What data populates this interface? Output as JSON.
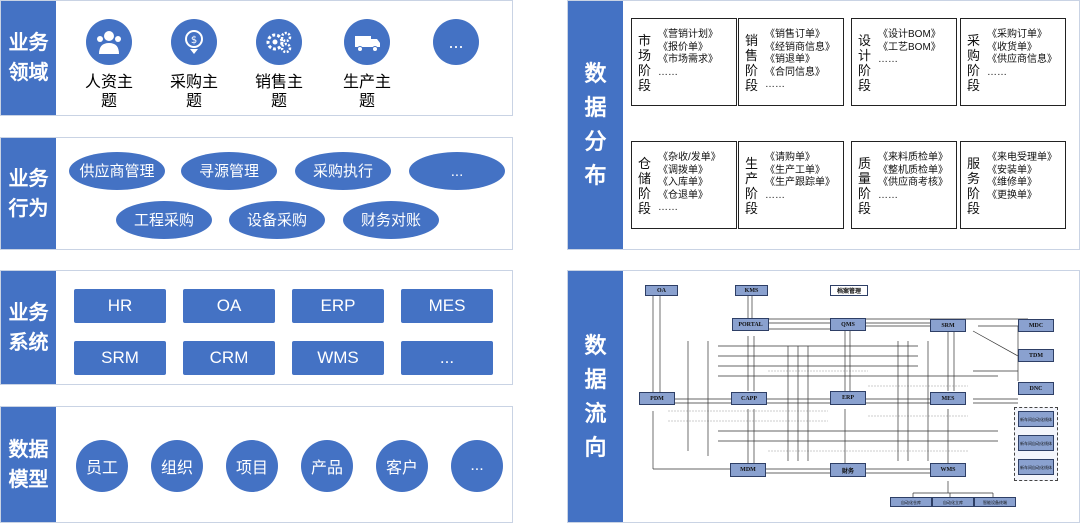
{
  "left": {
    "domain": {
      "label": "业务领域",
      "items": [
        {
          "label": "人资主题",
          "icon": "people-icon"
        },
        {
          "label": "采购主题",
          "icon": "money-download-icon"
        },
        {
          "label": "销售主题",
          "icon": "gears-icon"
        },
        {
          "label": "生产主题",
          "icon": "truck-icon"
        },
        {
          "label": "...",
          "icon": "more-icon"
        }
      ]
    },
    "behavior": {
      "label": "业务行为",
      "items": [
        "供应商管理",
        "寻源管理",
        "采购执行",
        "...",
        "工程采购",
        "设备采购",
        "财务对账"
      ]
    },
    "systems": {
      "label": "业务系统",
      "items": [
        "HR",
        "OA",
        "ERP",
        "MES",
        "SRM",
        "CRM",
        "WMS",
        "..."
      ]
    },
    "model": {
      "label": "数据模型",
      "items": [
        "员工",
        "组织",
        "项目",
        "产品",
        "客户",
        "..."
      ]
    }
  },
  "right": {
    "distribution": {
      "label_chars": [
        "数",
        "据",
        "分",
        "布"
      ],
      "stages": [
        {
          "title": "市场阶段",
          "items": [
            "《营销计划》",
            "《报价单》",
            "《市场需求》",
            "……"
          ]
        },
        {
          "title": "销售阶段",
          "items": [
            "《销售订单》",
            "《经销商信息》",
            "《销退单》",
            "《合同信息》",
            "……"
          ]
        },
        {
          "title": "设计阶段",
          "items": [
            "《设计BOM》",
            "《工艺BOM》",
            "……"
          ]
        },
        {
          "title": "采购阶段",
          "items": [
            "《采购订单》",
            "《收货单》",
            "《供应商信息》",
            "……"
          ]
        },
        {
          "title": "仓储阶段",
          "items": [
            "《杂收/发单》",
            "《调拨单》",
            "《入库单》",
            "《仓退单》",
            "……"
          ]
        },
        {
          "title": "生产阶段",
          "items": [
            "《请购单》",
            "《生产工单》",
            "《生产跟踪单》",
            "……"
          ]
        },
        {
          "title": "质量阶段",
          "items": [
            "《来料质检单》",
            "《整机质检单》",
            "《供应商考核》",
            "……"
          ]
        },
        {
          "title": "服务阶段",
          "items": [
            "《来电受理单》",
            "《安装单》",
            "《维修单》",
            "《更换单》"
          ]
        }
      ]
    },
    "flow": {
      "label_chars": [
        "数",
        "据",
        "流",
        "向"
      ],
      "nodes": {
        "oa": "OA",
        "kms": "KMS",
        "archive": "档案管理",
        "portal": "PORTAL",
        "qms": "QMS",
        "srm": "SRM",
        "mdc": "MDC",
        "tdm": "TDM",
        "dnc": "DNC",
        "pdm": "PDM",
        "capp": "CAPP",
        "erp": "ERP",
        "mes": "MES",
        "mdm": "MDM",
        "finance": "财务",
        "wms": "WMS"
      },
      "side_items": [
        "新车间自动化线体",
        "新车间自动化线体",
        "新车间自动化线体"
      ],
      "bottom_items": [
        "自动化仓库",
        "自动化立库",
        "智能设备终端"
      ]
    }
  },
  "colors": {
    "primary": "#4472c4",
    "node_fill": "#8aa1cf"
  }
}
